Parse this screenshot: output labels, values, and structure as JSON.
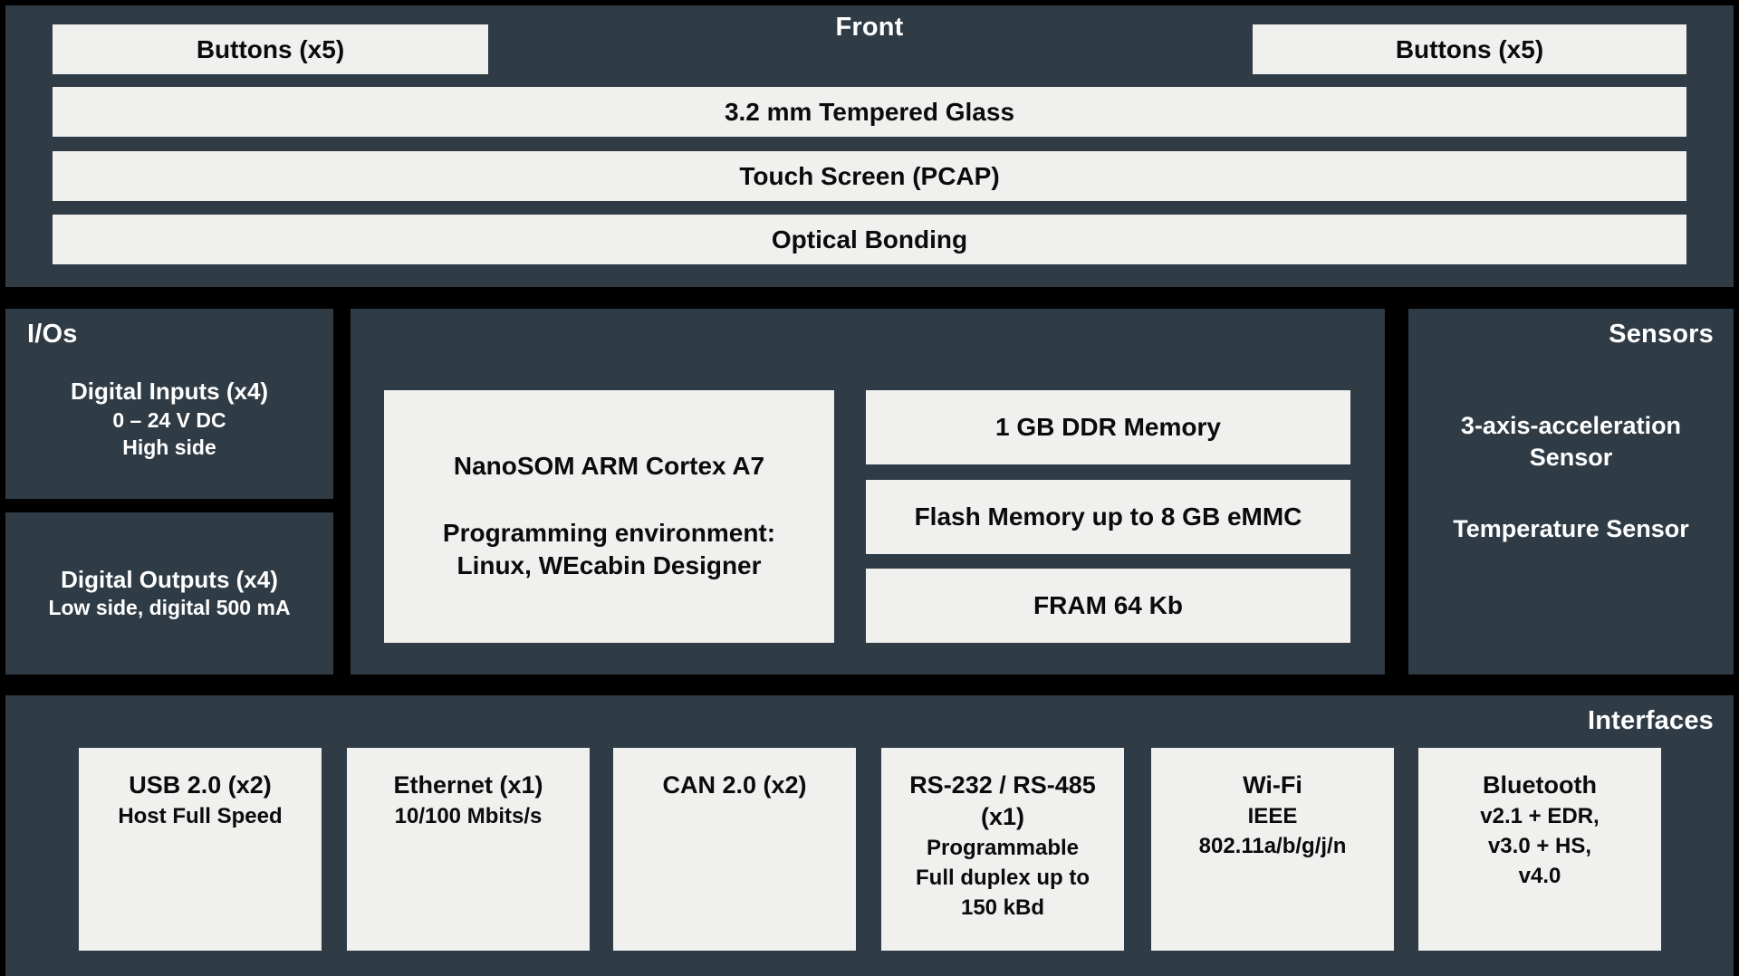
{
  "colors": {
    "background": "#000000",
    "panel": "#2F3B45",
    "box": "#F0F0EF",
    "text_light": "#FFFFFF",
    "text_dark": "#0B0B0B"
  },
  "front": {
    "title": "Front",
    "buttons_left": "Buttons (x5)",
    "buttons_right": "Buttons (x5)",
    "layers": [
      "3.2 mm Tempered Glass",
      "Touch Screen (PCAP)",
      "Optical Bonding"
    ]
  },
  "ios": {
    "title": "I/Os",
    "inputs": {
      "title": "Digital Inputs (x4)",
      "lines": [
        "0 – 24 V DC",
        "High side"
      ]
    },
    "outputs": {
      "title": "Digital Outputs (x4)",
      "lines": [
        "Low side, digital 500 mA"
      ]
    }
  },
  "core": {
    "som": {
      "line1": "NanoSOM ARM Cortex A7",
      "line2": "Programming environment:",
      "line3": "Linux, WEcabin Designer"
    },
    "memory": [
      "1 GB DDR Memory",
      "Flash Memory up to 8 GB eMMC",
      "FRAM 64 Kb"
    ]
  },
  "sensors": {
    "title": "Sensors",
    "items": [
      "3-axis-acceleration Sensor",
      "Temperature Sensor"
    ]
  },
  "interfaces": {
    "title": "Interfaces",
    "boxes": [
      {
        "title": "USB 2.0 (x2)",
        "lines": [
          "Host Full Speed"
        ]
      },
      {
        "title": "Ethernet (x1)",
        "lines": [
          "10/100 Mbits/s"
        ]
      },
      {
        "title": "CAN 2.0 (x2)",
        "lines": []
      },
      {
        "title": "RS-232 / RS-485 (x1)",
        "lines": [
          "Programmable",
          "Full duplex up to",
          "150 kBd"
        ]
      },
      {
        "title": "Wi-Fi",
        "lines": [
          "IEEE",
          "802.11a/b/g/j/n"
        ]
      },
      {
        "title": "Bluetooth",
        "lines": [
          "v2.1 + EDR,",
          "v3.0 + HS,",
          "v4.0"
        ]
      }
    ]
  }
}
